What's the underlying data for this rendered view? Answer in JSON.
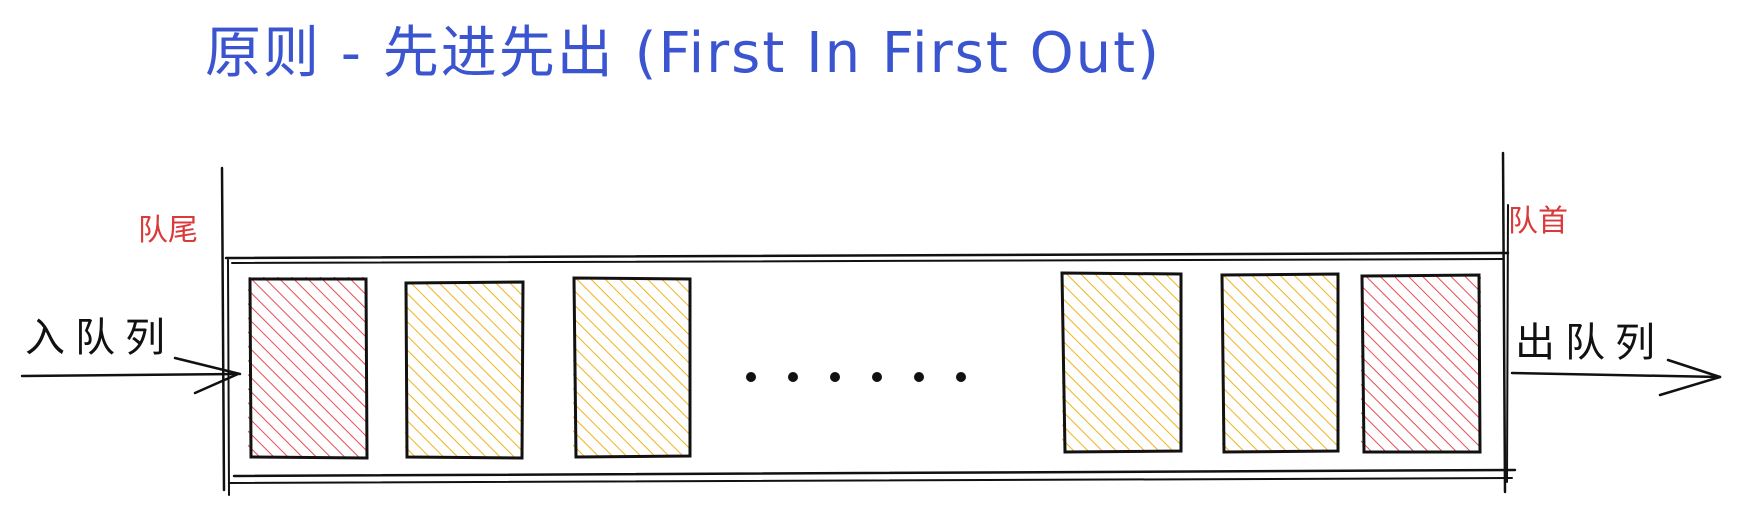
{
  "title": "原则 - 先进先出 (First In First Out)",
  "labels": {
    "tail": "队尾",
    "head": "队首",
    "enqueue": "入队列",
    "dequeue": "出队列"
  },
  "colors": {
    "title": "#3b55d0",
    "queue_end_labels": "#d93a3a",
    "stroke": "#111111",
    "red_hatch": "#e84b55",
    "yellow_hatch": "#f3b21c"
  },
  "queue": {
    "items": [
      {
        "color": "red"
      },
      {
        "color": "yellow"
      },
      {
        "color": "yellow"
      },
      {
        "ellipsis": true
      },
      {
        "color": "yellow"
      },
      {
        "color": "yellow"
      },
      {
        "color": "red"
      }
    ]
  }
}
